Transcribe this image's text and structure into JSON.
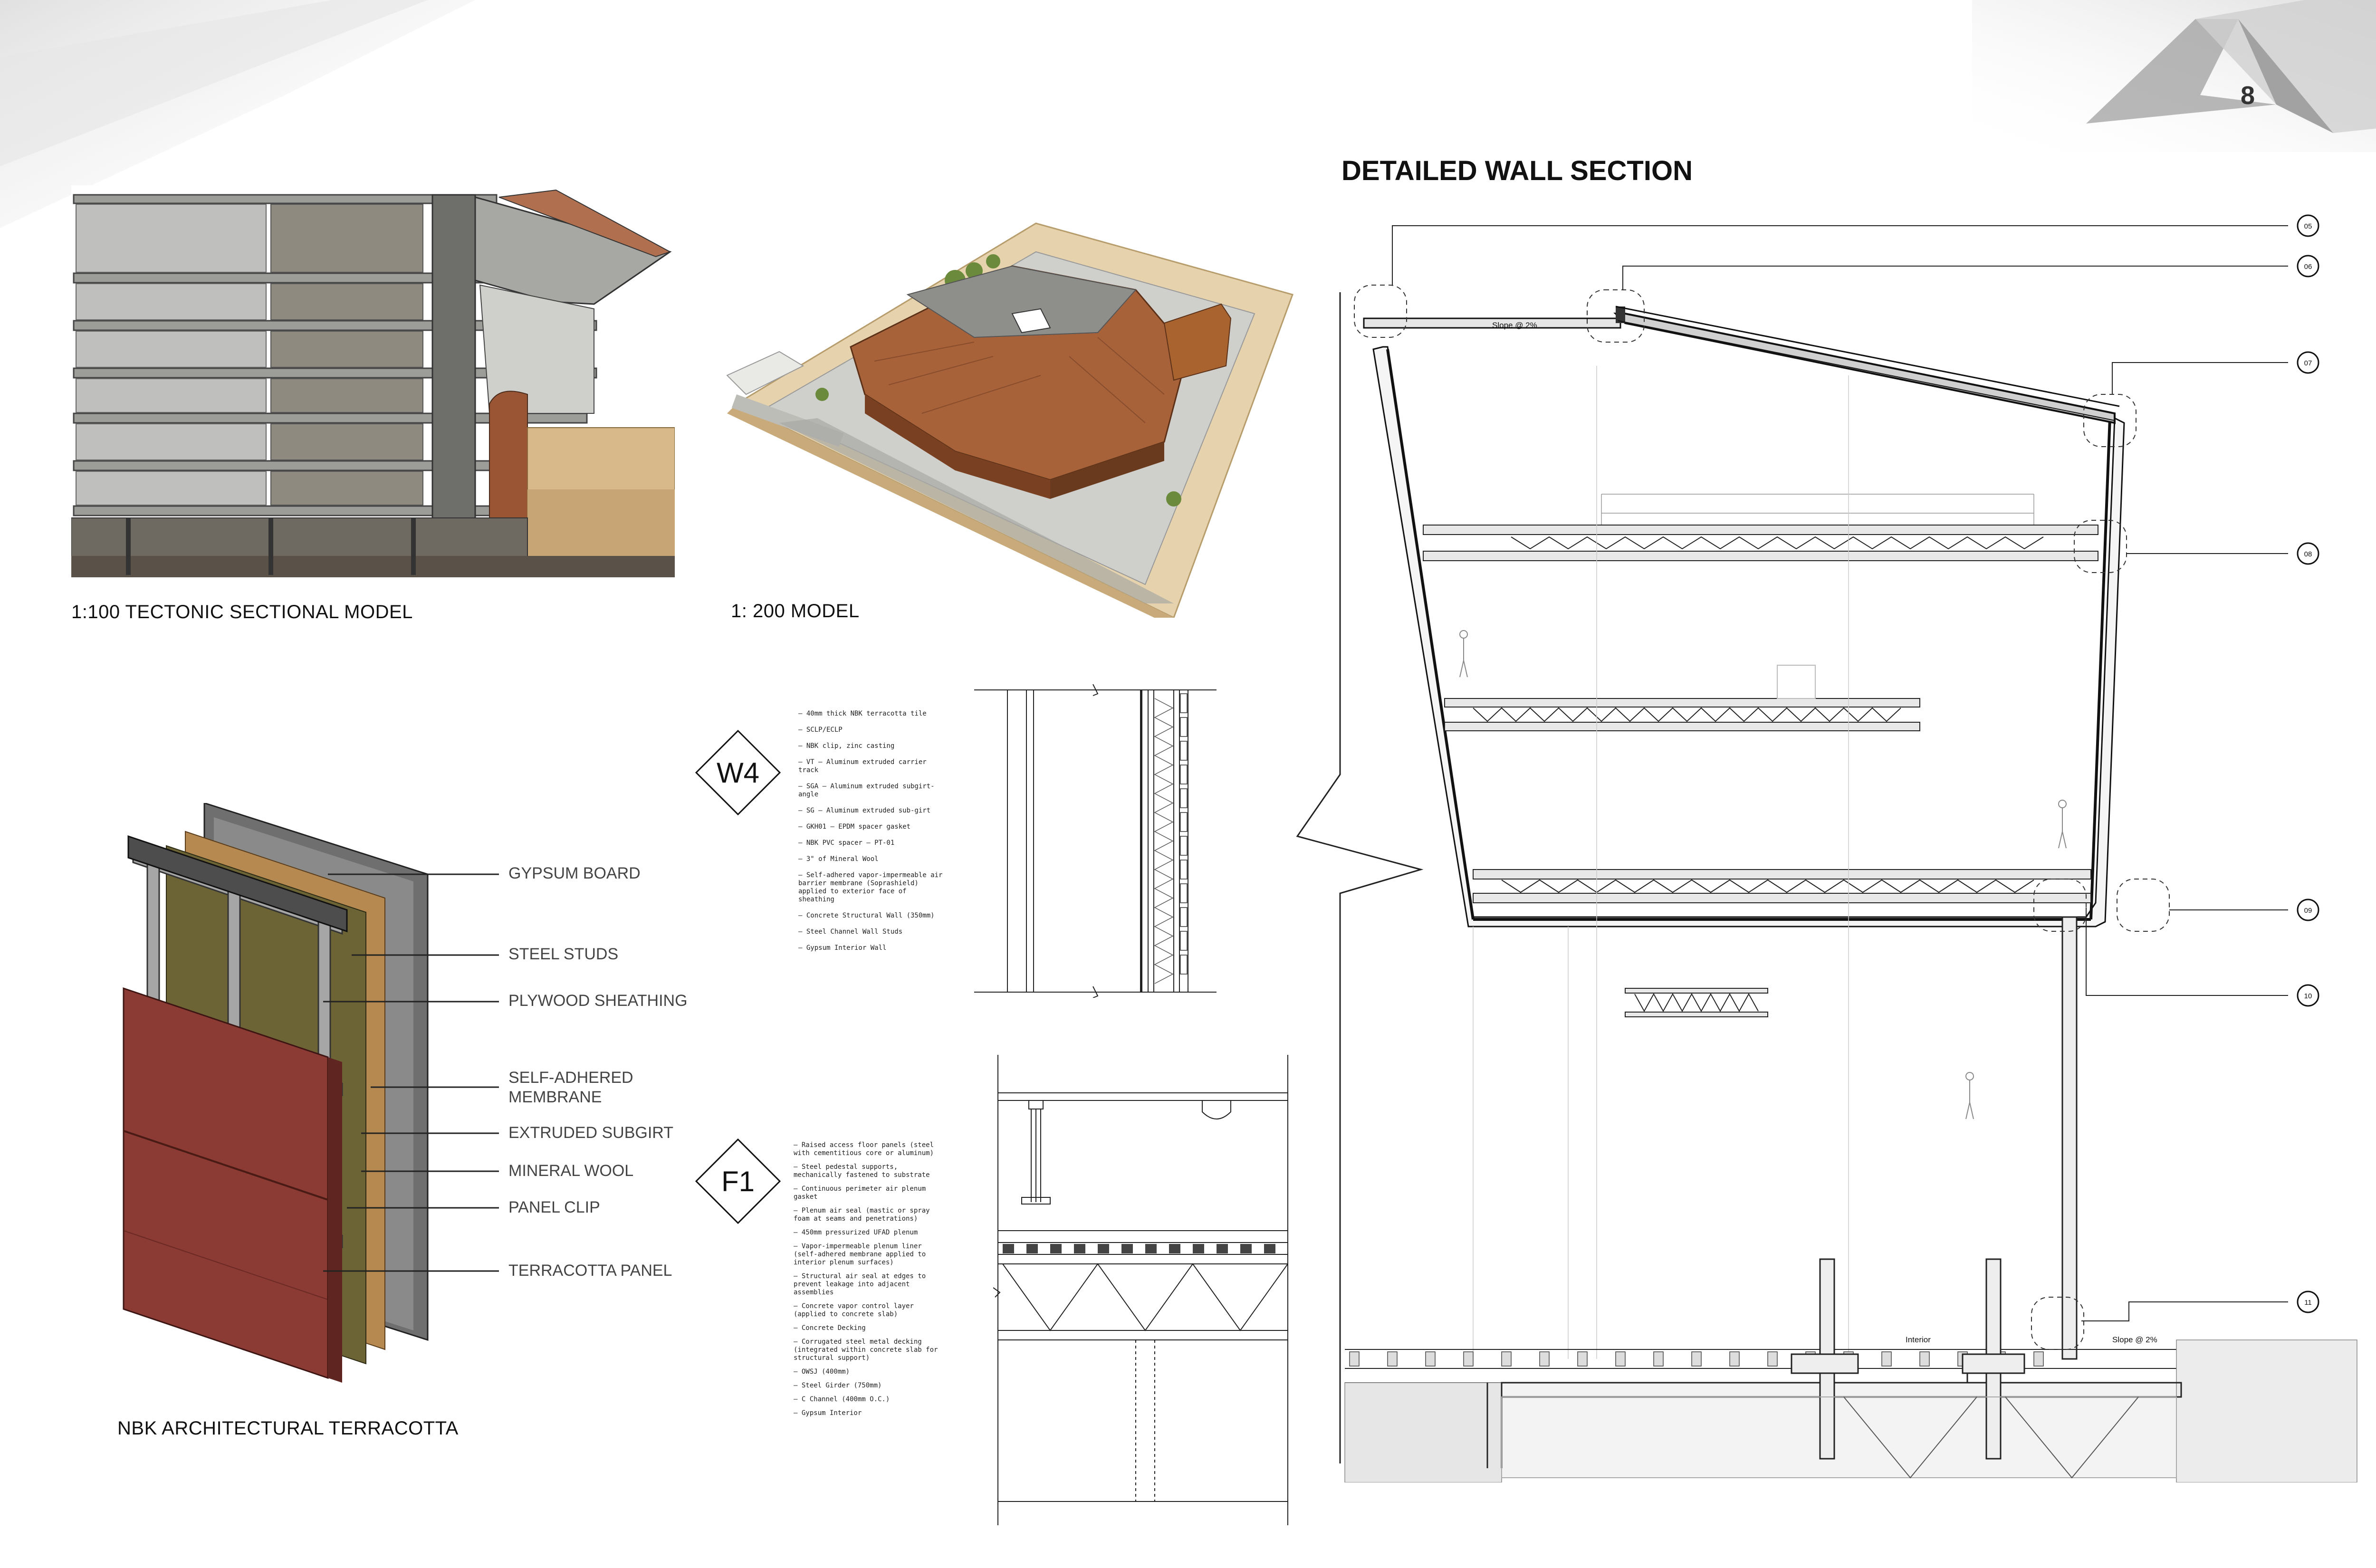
{
  "page_number": "8",
  "sheet_title": "DETAILED WALL SECTION",
  "captions": {
    "sectional_model": "1:100 TECTONIC SECTIONAL MODEL",
    "model_200": "1: 200 MODEL",
    "terracotta": "NBK ARCHITECTURAL TERRACOTTA"
  },
  "terracotta_layers": [
    "GYPSUM BOARD",
    "STEEL STUDS",
    "PLYWOOD SHEATHING",
    "SELF-ADHERED\nMEMBRANE",
    "EXTRUDED SUBGIRT",
    "MINERAL WOOL",
    "PANEL CLIP",
    "TERRACOTTA PANEL"
  ],
  "detail_w4": {
    "tag": "W4",
    "legend": [
      "– 40mm thick NBK terracotta tile",
      "– SCLP/ECLP",
      "– NBK clip, zinc casting",
      "– VT – Aluminum extruded carrier track",
      "– SGA – Aluminum extruded subgirt-angle",
      "– SG – Aluminum extruded sub-girt",
      "– GKH01 – EPDM spacer gasket",
      "– NBK PVC spacer – PT-01",
      "– 3\" of Mineral Wool",
      "– Self-adhered vapor-impermeable air barrier membrane (Soprashield) applied to exterior face of sheathing",
      "– Concrete Structural Wall (350mm)",
      "– Steel Channel Wall Studs",
      "– Gypsum Interior Wall"
    ]
  },
  "detail_f1": {
    "tag": "F1",
    "legend": [
      "– Raised access floor panels (steel with cementitious core or aluminum)",
      "– Steel pedestal supports, mechanically fastened to substrate",
      "– Continuous perimeter air plenum gasket",
      "– Plenum air seal (mastic or spray foam at seams and penetrations)",
      "– 450mm pressurized UFAD plenum",
      "– Vapor-impermeable plenum liner (self-adhered membrane applied to interior plenum surfaces)",
      "– Structural air seal at edges to prevent leakage into adjacent assemblies",
      "– Concrete vapor control layer (applied to concrete slab)",
      "– Concrete Decking",
      "– Corrugated steel metal decking (integrated within concrete slab for structural support)",
      "– OWSJ (400mm)",
      "– Steel Girder (750mm)",
      "– C Channel (400mm O.C.)",
      "– Gypsum Interior"
    ]
  },
  "section": {
    "callouts": [
      "05",
      "06",
      "07",
      "08",
      "09",
      "10",
      "11"
    ],
    "slope_roof": "Slope @ 2%",
    "slope_ground": "Slope @ 2%",
    "interior_label": "Interior"
  },
  "colors": {
    "terracotta": "#8b3a34",
    "copper": "#a8623a",
    "concrete": "#8a8a86",
    "wood": "#d8b989",
    "insulation": "#6d6436",
    "line": "#222222"
  }
}
